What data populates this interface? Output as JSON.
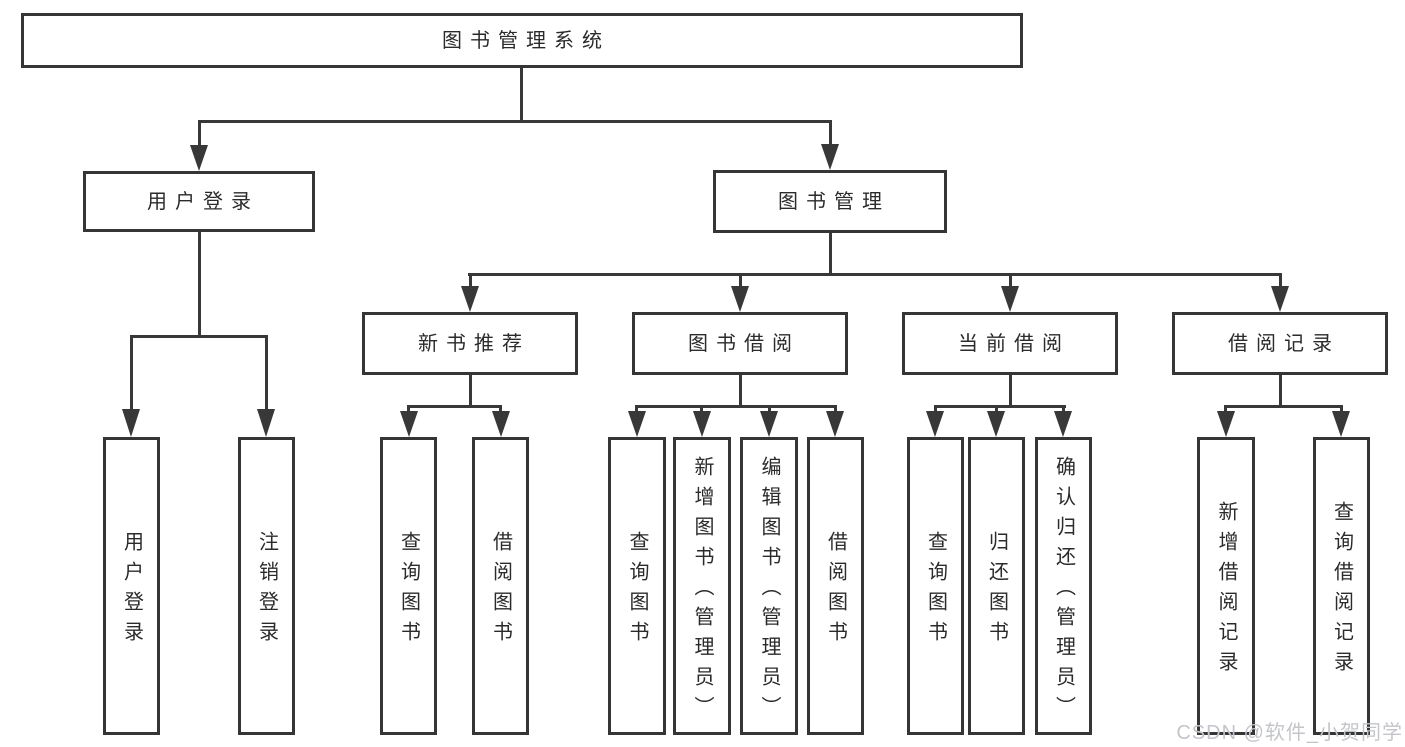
{
  "root": {
    "label": "图书管理系统"
  },
  "branches": [
    {
      "label": "用户登录",
      "children": [
        {
          "label": "用户登录"
        },
        {
          "label": "注销登录"
        }
      ]
    },
    {
      "label": "图书管理",
      "children": [
        {
          "label": "新书推荐",
          "children": [
            {
              "label": "查询图书"
            },
            {
              "label": "借阅图书"
            }
          ]
        },
        {
          "label": "图书借阅",
          "children": [
            {
              "label": "查询图书"
            },
            {
              "label": "新增图书（管理员）"
            },
            {
              "label": "编辑图书（管理员）"
            },
            {
              "label": "借阅图书"
            }
          ]
        },
        {
          "label": "当前借阅",
          "children": [
            {
              "label": "查询图书"
            },
            {
              "label": "归还图书"
            },
            {
              "label": "确认归还（管理员）"
            }
          ]
        },
        {
          "label": "借阅记录",
          "children": [
            {
              "label": "新增借阅记录"
            },
            {
              "label": "查询借阅记录"
            }
          ]
        }
      ]
    }
  ],
  "watermark": {
    "text": "CSDN @软件_小贺同学"
  },
  "colors": {
    "line": "#383838",
    "box_border": "#353535",
    "text": "#2b2b2b",
    "watermark": "#c3c5ca",
    "background": "#ffffff"
  }
}
